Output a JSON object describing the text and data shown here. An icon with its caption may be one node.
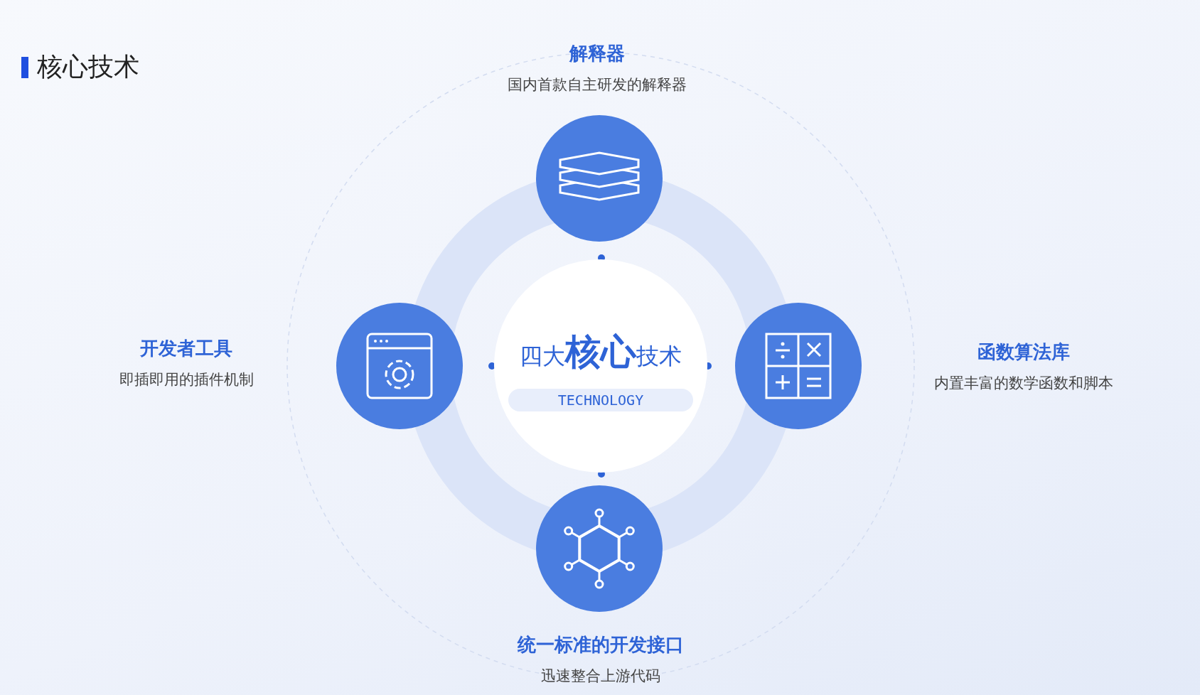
{
  "diagram": {
    "title": "核心技术",
    "nodes": [
      {
        "text": [
          "四大**核心**技术",
          "TECHNOLOGY"
        ]
      },
      {
        "text": [
          "解释器",
          "国内首款自主研发的解释器"
        ]
      },
      {
        "text": [
          "开发者工具",
          "即插即用的插件机制"
        ]
      },
      {
        "text": [
          "函数算法库",
          "内置丰富的数学函数和脚本"
        ]
      },
      {
        "text": [
          "统一标准的开发接口",
          "迅速整合上游代码"
        ]
      }
    ]
  }
}
